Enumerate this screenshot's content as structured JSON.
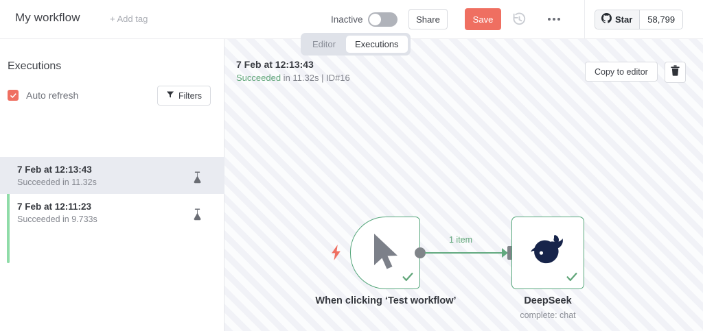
{
  "topbar": {
    "workflow_title": "My workflow",
    "add_tag_label": "+ Add tag",
    "active_state_label": "Inactive",
    "share_label": "Share",
    "save_label": "Save",
    "history_icon": "history-clock-icon",
    "more_icon": "more-horizontal-icon",
    "github": {
      "icon": "github-icon",
      "star_label": "Star",
      "star_count": "58,799"
    }
  },
  "tabs": [
    {
      "label": "Editor",
      "active": false
    },
    {
      "label": "Executions",
      "active": true
    }
  ],
  "sidebar": {
    "title": "Executions",
    "auto_refresh": {
      "label": "Auto refresh",
      "checked": true,
      "checkbox_color": "#ef6f61"
    },
    "filters_button": {
      "label": "Filters",
      "icon": "filter-funnel-icon"
    },
    "executions": [
      {
        "date": "7 Feb at 12:13:43",
        "status": "Succeeded in 11.32s",
        "selected": true,
        "icon": "flask-icon"
      },
      {
        "date": "7 Feb at 12:11:23",
        "status": "Succeeded in 9.733s",
        "selected": false,
        "icon": "flask-icon"
      }
    ],
    "status_rail_color": "#8fdca8"
  },
  "canvas": {
    "execution_header": {
      "date": "7 Feb at 12:13:43",
      "status_word": "Succeeded",
      "status_rest": " in 11.32s | ID#16"
    },
    "copy_to_editor_label": "Copy to editor",
    "delete_icon": "trash-icon",
    "connection_label": "1 item",
    "nodes": [
      {
        "label": "When clicking ‘Test workflow’",
        "subtitle": "",
        "icon": "mouse-pointer-icon",
        "trigger_icon": "lightning-bolt-icon",
        "status_icon": "check-icon"
      },
      {
        "label": "DeepSeek",
        "subtitle": "complete: chat",
        "icon": "deepseek-whale-icon",
        "status_icon": "check-icon"
      }
    ],
    "colors": {
      "node_border_success": "#54a67a",
      "connector": "#62a97f",
      "trigger_bolt": "#ef6f61",
      "whale": "#17244a"
    }
  }
}
